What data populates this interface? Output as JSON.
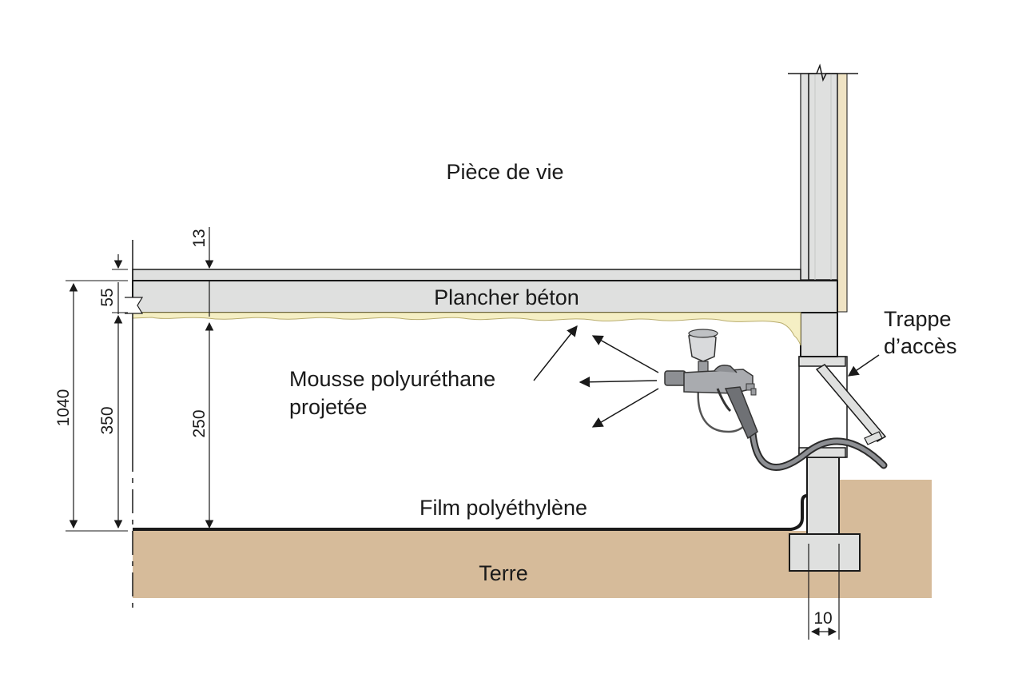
{
  "labels": {
    "room": "Pièce de vie",
    "slab": "Plancher béton",
    "foam_line1": "Mousse polyuréthane",
    "foam_line2": "projetée",
    "hatch_line1": "Trappe",
    "hatch_line2": "d’accès",
    "film": "Film polyéthylène",
    "soil": "Terre"
  },
  "dimensions": {
    "finish": "13",
    "slab": "55",
    "total": "1040",
    "crawlspace": "350",
    "clearance": "250",
    "wall": "10"
  },
  "colors": {
    "concrete": "#dfe0df",
    "foam": "#f5efc4",
    "soil": "#d6bb9a",
    "line": "#1a1a1a",
    "wood": "#efe3c4"
  },
  "icons": {
    "tool": "spray-gun-icon"
  }
}
